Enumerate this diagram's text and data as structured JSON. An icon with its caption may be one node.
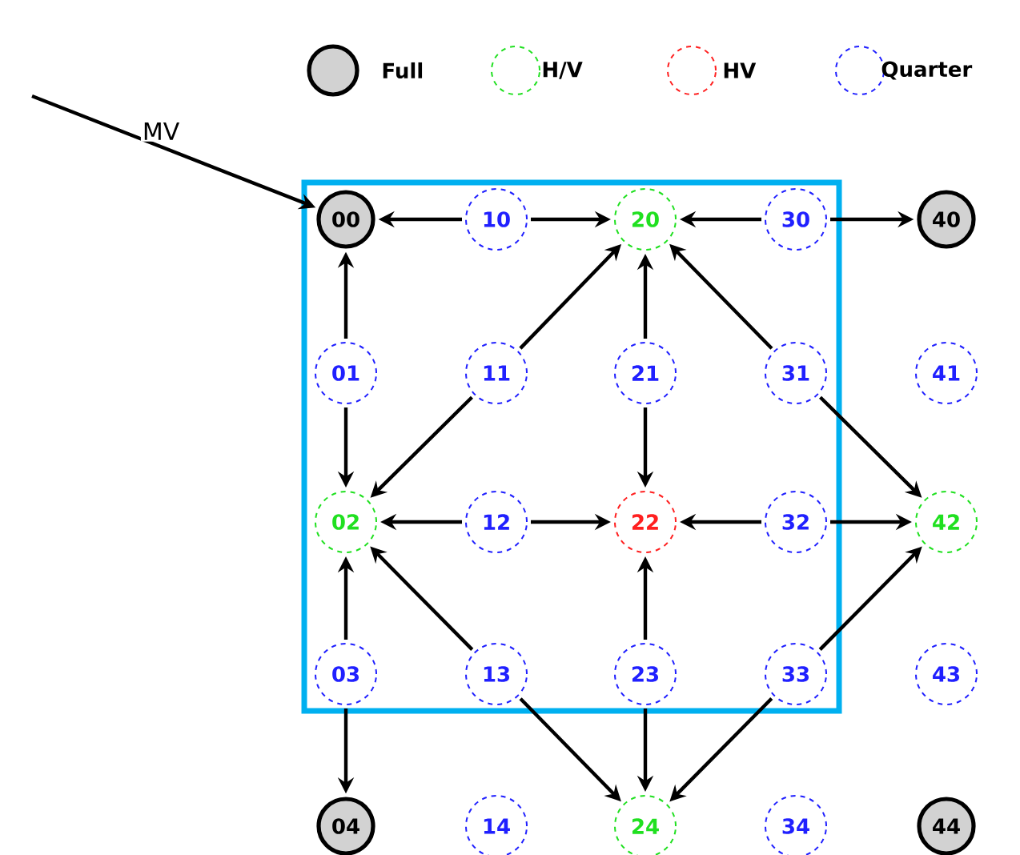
{
  "diagram": {
    "nodes": [
      {
        "text": [
          "00"
        ]
      },
      {
        "text": [
          "10"
        ]
      },
      {
        "text": [
          "20"
        ]
      },
      {
        "text": [
          "30"
        ]
      },
      {
        "text": [
          "40"
        ]
      },
      {
        "text": [
          "01"
        ]
      },
      {
        "text": [
          "11"
        ]
      },
      {
        "text": [
          "21"
        ]
      },
      {
        "text": [
          "31"
        ]
      },
      {
        "text": [
          "41"
        ]
      },
      {
        "text": [
          "02"
        ]
      },
      {
        "text": [
          "12"
        ]
      },
      {
        "text": [
          "22"
        ]
      },
      {
        "text": [
          "32"
        ]
      },
      {
        "text": [
          "42"
        ]
      },
      {
        "text": [
          "03"
        ]
      },
      {
        "text": [
          "13"
        ]
      },
      {
        "text": [
          "23"
        ]
      },
      {
        "text": [
          "33"
        ]
      },
      {
        "text": [
          "43"
        ]
      },
      {
        "text": [
          "04"
        ]
      },
      {
        "text": [
          "14"
        ]
      },
      {
        "text": [
          "24"
        ]
      },
      {
        "text": [
          "34"
        ]
      },
      {
        "text": [
          "44"
        ]
      }
    ],
    "edges": [
      {
        "from": null,
        "to": 0,
        "arrow": "to",
        "label": "MV"
      },
      {
        "from": 1,
        "to": 0,
        "arrow": "to"
      },
      {
        "from": 1,
        "to": 2,
        "arrow": "to"
      },
      {
        "from": 3,
        "to": 2,
        "arrow": "to"
      },
      {
        "from": 3,
        "to": 4,
        "arrow": "to"
      },
      {
        "from": 5,
        "to": 0,
        "arrow": "to"
      },
      {
        "from": 5,
        "to": 10,
        "arrow": "to"
      },
      {
        "from": 6,
        "to": 2,
        "arrow": "to"
      },
      {
        "from": 6,
        "to": 10,
        "arrow": "to"
      },
      {
        "from": 7,
        "to": 2,
        "arrow": "to"
      },
      {
        "from": 7,
        "to": 12,
        "arrow": "to"
      },
      {
        "from": 8,
        "to": 2,
        "arrow": "to"
      },
      {
        "from": 8,
        "to": 14,
        "arrow": "to"
      },
      {
        "from": 11,
        "to": 10,
        "arrow": "to"
      },
      {
        "from": 11,
        "to": 12,
        "arrow": "to"
      },
      {
        "from": 13,
        "to": 12,
        "arrow": "to"
      },
      {
        "from": 13,
        "to": 14,
        "arrow": "to"
      },
      {
        "from": 15,
        "to": 10,
        "arrow": "to"
      },
      {
        "from": 15,
        "to": 20,
        "arrow": "to"
      },
      {
        "from": 16,
        "to": 10,
        "arrow": "to"
      },
      {
        "from": 16,
        "to": 22,
        "arrow": "to"
      },
      {
        "from": 17,
        "to": 12,
        "arrow": "to"
      },
      {
        "from": 17,
        "to": 22,
        "arrow": "to"
      },
      {
        "from": 18,
        "to": 14,
        "arrow": "to"
      },
      {
        "from": 18,
        "to": 22,
        "arrow": "to"
      }
    ],
    "legend": [
      {
        "text": "Full"
      },
      {
        "text": "H/V"
      },
      {
        "text": "HV"
      },
      {
        "text": "Quarter"
      }
    ]
  }
}
